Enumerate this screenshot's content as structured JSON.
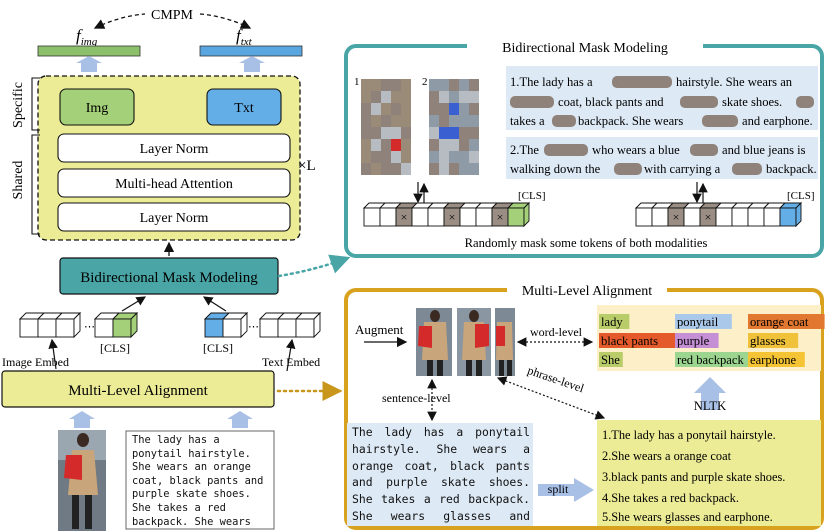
{
  "left": {
    "cmpm": "CMPM",
    "f_img": "f",
    "f_img_sub": "img",
    "f_txt": "f",
    "f_txt_sub": "txt",
    "specific_label": "Specific",
    "shared_label": "Shared",
    "img_box": "Img",
    "txt_box": "Txt",
    "layer_norm_top": "Layer Norm",
    "mha": "Multi-head Attention",
    "layer_norm_bottom": "Layer Norm",
    "repeat": "×L",
    "bmm": "Bidirectional Mask Modeling",
    "cls_img": "[CLS]",
    "cls_txt": "[CLS]",
    "image_embed": "Image Embed",
    "text_embed": "Text Embed",
    "mla": "Multi-Level Alignment",
    "input_caption": "The lady has a ponytail hairstyle. She wears an orange coat, black pants and purple skate shoes. She takes a red backpack. She wears glasses and earphone."
  },
  "bmm_panel": {
    "title": "Bidirectional Mask Modeling",
    "img_num1": "1",
    "img_num2": "2",
    "text1_parts": [
      "1.The lady has a",
      "hairstyle. She wears an",
      "coat, black pants and",
      "skate shoes.",
      "takes a",
      "backpack. She wears",
      "and earphone."
    ],
    "text2_parts": [
      "2.The",
      "who wears a blue",
      "and blue jeans is",
      "walking down the",
      "with carrying a",
      "backpack."
    ],
    "cls_img": "[CLS]",
    "cls_txt": "[CLS]",
    "caption": "Randomly mask some tokens of both modalities",
    "mask_glyph": "×"
  },
  "mla_panel": {
    "title": "Multi-Level Alignment",
    "augment": "Augment",
    "word_level": "word-level",
    "phrase_level": "phrase-level",
    "sentence_level": "sentence-level",
    "nltk": "NLTK",
    "split": "split",
    "words": [
      {
        "text": "lady",
        "color": "#b8cc6a"
      },
      {
        "text": "ponytail",
        "color": "#a9c8ea"
      },
      {
        "text": "orange coat",
        "color": "#e2772f"
      },
      {
        "text": "black pants",
        "color": "#e45a2a"
      },
      {
        "text": "purple",
        "color": "#c58fd6"
      },
      {
        "text": "glasses",
        "color": "#f0c23a"
      },
      {
        "text": "She",
        "color": "#b8cc6a"
      },
      {
        "text": "red backpack",
        "color": "#9bd58f"
      },
      {
        "text": "earphone",
        "color": "#f5c435"
      }
    ],
    "sentence_text": "The lady has a ponytail hairstyle. She wears a orange coat, black pants and purple skate shoes. She takes a red backpack. She wears glasses and earphone.",
    "phrases": [
      "1.The lady has a ponytail hairstyle.",
      "2.She wears a orange coat",
      "3.black pants and purple skate shoes.",
      "4.She takes a red backpack.",
      "5.She wears glasses and earphone."
    ]
  },
  "colors": {
    "yellow": "#ecec97",
    "teal": "#4aa6a6",
    "green": "#a3d078",
    "blue": "#64aee8",
    "gold": "#d8a21e",
    "lightblue": "#dde9f5",
    "arrow": "#a8bfe6"
  }
}
